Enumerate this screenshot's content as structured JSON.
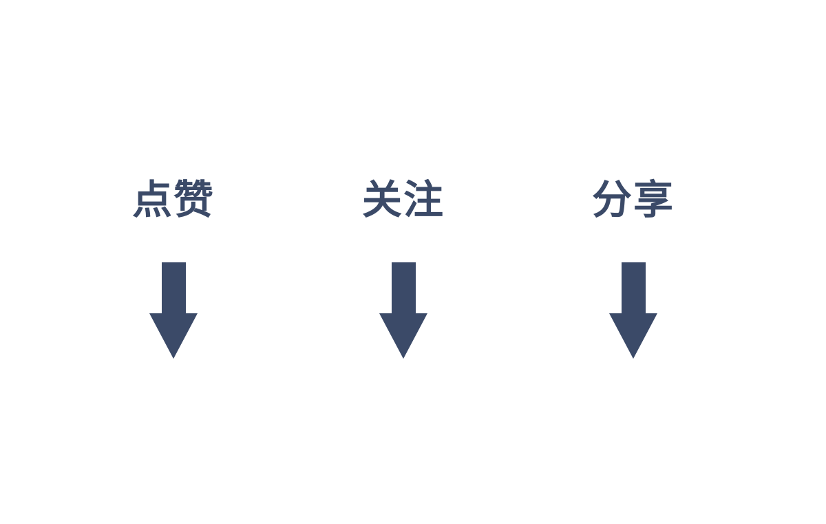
{
  "colors": {
    "primary": "#3b4a68",
    "background": "#ffffff"
  },
  "items": [
    {
      "label": "点赞",
      "icon": "arrow-down-icon"
    },
    {
      "label": "关注",
      "icon": "arrow-down-icon"
    },
    {
      "label": "分享",
      "icon": "arrow-down-icon"
    }
  ]
}
